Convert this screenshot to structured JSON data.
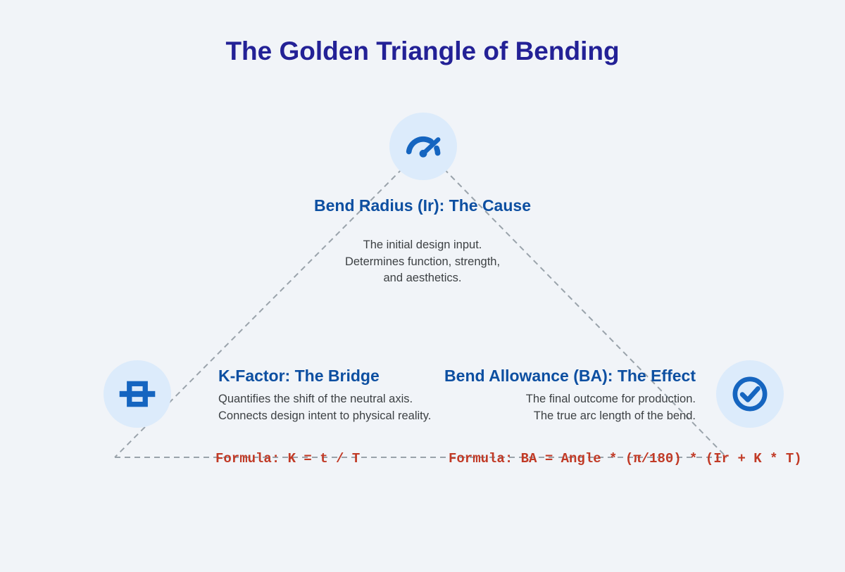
{
  "title": "The Golden Triangle of Bending",
  "colors": {
    "background": "#f1f4f8",
    "title_text": "#232196",
    "node_heading": "#0d4fa1",
    "body_text": "#3d4144",
    "icon_blue": "#1565c0",
    "icon_circle_bg": "#dcebfb",
    "formula_red": "#c13a26",
    "dashed_line": "#9aa3ab"
  },
  "nodes": {
    "top": {
      "icon": "gauge-icon",
      "heading": "Bend Radius (Ir): The Cause",
      "lines": [
        "The initial design input.",
        "Determines function, strength,",
        "and aesthetics."
      ]
    },
    "left": {
      "icon": "press-brake-icon",
      "heading": "K-Factor: The Bridge",
      "lines": [
        "Quantifies the shift of the neutral axis.",
        "Connects design intent to physical reality."
      ]
    },
    "right": {
      "icon": "check-circle-icon",
      "heading": "Bend Allowance (BA): The Effect",
      "lines": [
        "The final outcome for production.",
        "The true arc length of the bend."
      ]
    }
  },
  "formulas": {
    "k_factor": "Formula: K = t / T",
    "bend_allowance": "Formula: BA = Angle * (π/180) * (Ir + K * T)"
  }
}
